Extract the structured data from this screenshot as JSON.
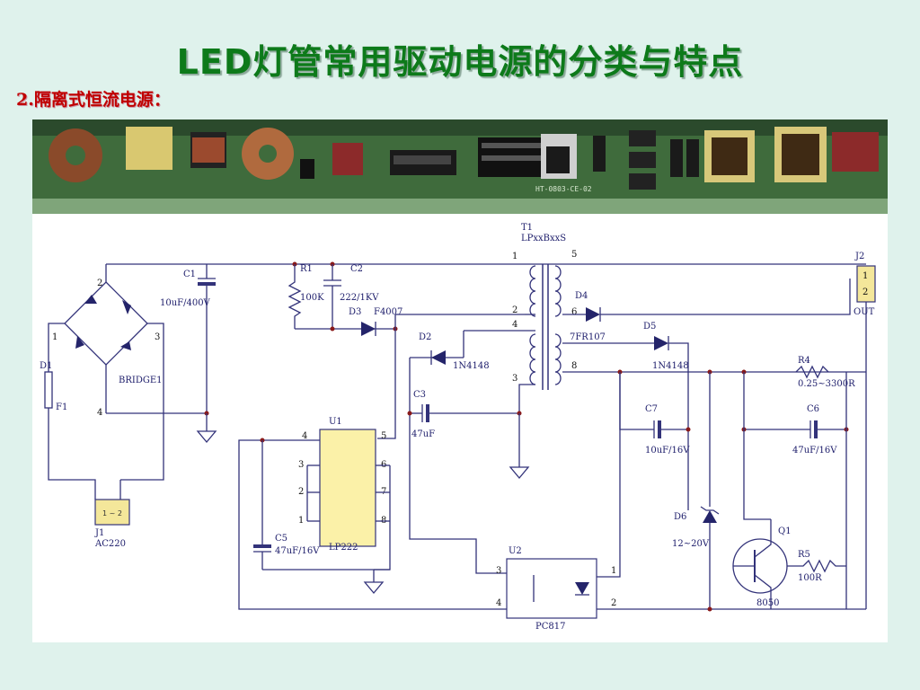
{
  "slide": {
    "title": "LED灯管常用驱动电源的分类与特点",
    "subtitle": "2.隔离式恒流电源："
  },
  "photo": {
    "board_marking": "HT-0803-CE-02"
  },
  "schematic": {
    "bridge": "BRIDGE1",
    "bridge_pins": [
      "1",
      "2",
      "3",
      "4"
    ],
    "fuse": {
      "ref": "D1",
      "label": "F1"
    },
    "input": {
      "ref": "J1",
      "value": "AC220"
    },
    "c1": {
      "ref": "C1",
      "value": "10uF/400V"
    },
    "r1": {
      "ref": "R1",
      "value": "100K"
    },
    "c2": {
      "ref": "C2",
      "value": "222/1KV"
    },
    "d3": {
      "ref": "D3",
      "value": "F4007"
    },
    "d2": {
      "ref": "D2",
      "value": "1N4148"
    },
    "c3": {
      "ref": "C3",
      "value": "47uF"
    },
    "t1": {
      "ref": "T1",
      "value": "LPxxBxxS",
      "pins": [
        "1",
        "2",
        "3",
        "4",
        "5",
        "6",
        "8"
      ]
    },
    "u1": {
      "ref": "U1",
      "value": "LP222",
      "pins": [
        "1",
        "2",
        "3",
        "4",
        "5",
        "6",
        "7",
        "8"
      ]
    },
    "c5": {
      "ref": "C5",
      "value": "47uF/16V"
    },
    "d4": {
      "ref": "D4",
      "value": "7FR107"
    },
    "d5": {
      "ref": "D5",
      "value": "1N4148"
    },
    "c7": {
      "ref": "C7",
      "value": "10uF/16V"
    },
    "r4": {
      "ref": "R4",
      "value": "0.25~3300R"
    },
    "c6": {
      "ref": "C6",
      "value": "47uF/16V"
    },
    "j2": {
      "ref": "J2",
      "value": "OUT",
      "pins": [
        "1",
        "2"
      ]
    },
    "d6": {
      "ref": "D6",
      "value": "12~20V"
    },
    "q1": {
      "ref": "Q1",
      "value": "8050"
    },
    "r5": {
      "ref": "R5",
      "value": "100R"
    },
    "u2": {
      "ref": "U2",
      "value": "PC817",
      "pins": [
        "1",
        "2",
        "3",
        "4"
      ]
    }
  }
}
